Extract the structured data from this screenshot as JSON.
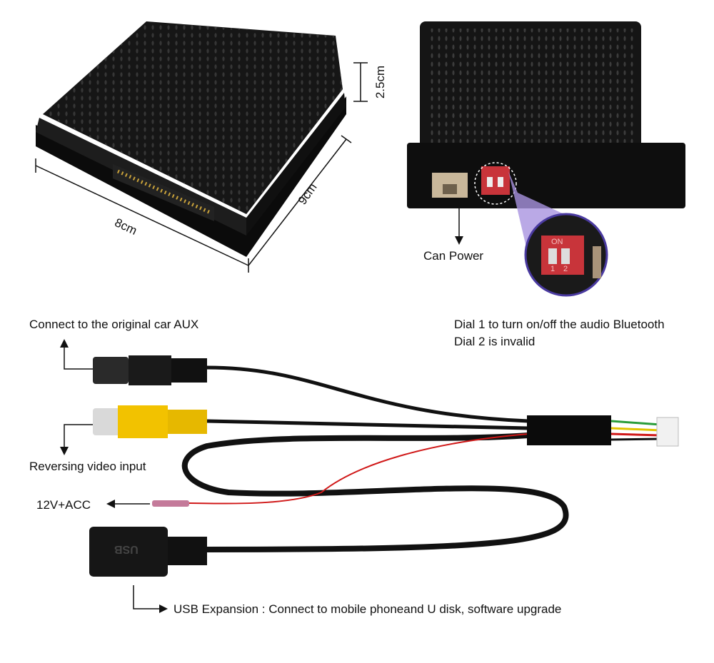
{
  "dimensions": {
    "height": "2.5cm",
    "length": "8cm",
    "width": "9cm"
  },
  "labels": {
    "can_power": "Can Power",
    "dial_line1": "Dial 1 to turn on/off the audio Bluetooth",
    "dial_line2": "Dial 2 is invalid",
    "aux": "Connect to the original car AUX",
    "reversing": "Reversing video input",
    "acc": "12V+ACC",
    "usb": "USB Expansion : Connect to mobile phoneand U disk, software upgrade"
  },
  "dip_switch": {
    "on_label": "ON",
    "switch1": "1",
    "switch2": "2"
  },
  "usb_plug_text": "USB",
  "colors": {
    "device": "#111111",
    "dip": "#c8343a",
    "beam": "#a994e0",
    "rca_yellow": "#f2c200",
    "acc_wire": "#d01818"
  }
}
